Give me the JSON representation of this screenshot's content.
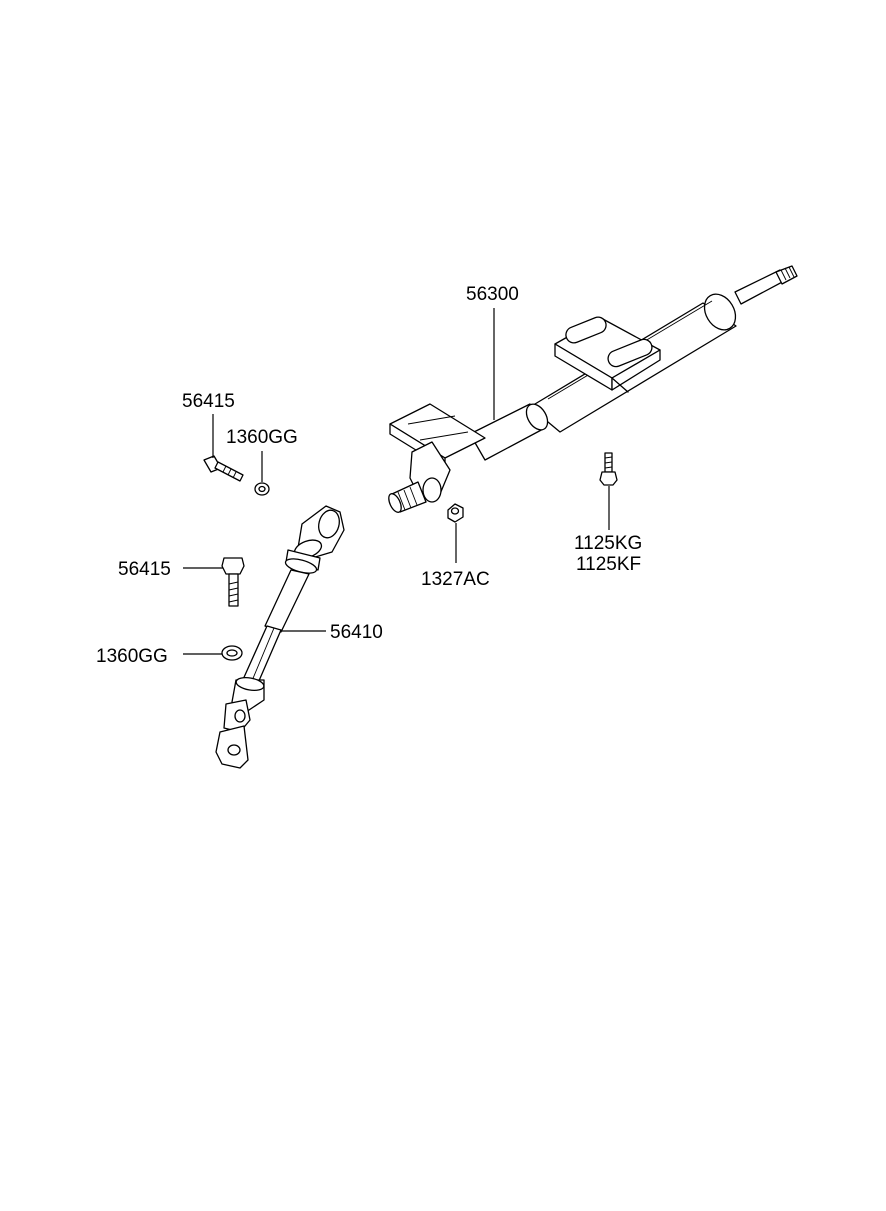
{
  "parts": {
    "column_assembly": "56300",
    "bolt_upper": "56415",
    "washer_upper": "1360GG",
    "bolt_lower": "56415",
    "joint_shaft": "56410",
    "washer_lower": "1360GG",
    "nut": "1327AC",
    "bolt_kg": "1125KG",
    "bolt_kf": "1125KF"
  },
  "colors": {
    "line": "#000000",
    "background": "#ffffff"
  }
}
